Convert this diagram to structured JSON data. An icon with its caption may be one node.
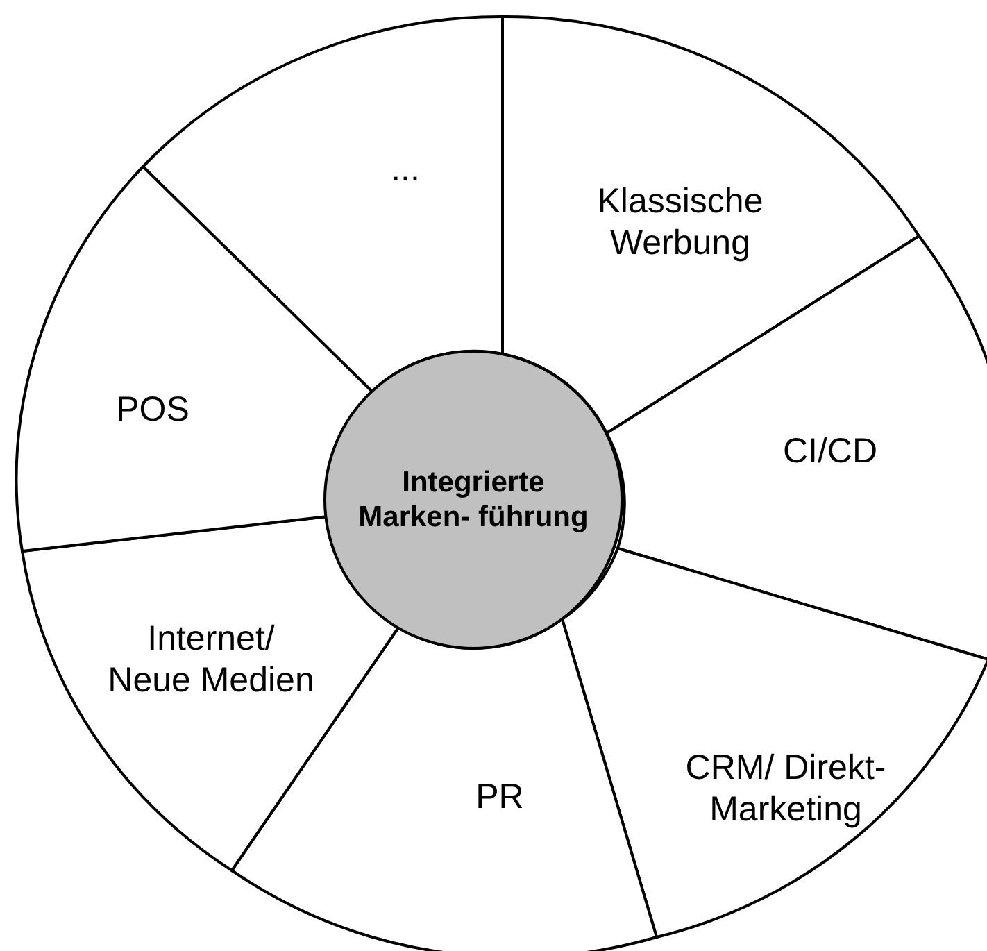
{
  "diagram": {
    "nodes": [
      {
        "text": [
          "Integrierte Marken- führung"
        ]
      },
      {
        "text": [
          "..."
        ]
      },
      {
        "text": [
          "Klassische Werbung"
        ]
      },
      {
        "text": [
          "CI/CD"
        ]
      },
      {
        "text": [
          "CRM/ Direkt- Marketing"
        ]
      },
      {
        "text": [
          "PR"
        ]
      },
      {
        "text": [
          "Internet/ Neue Medien"
        ]
      },
      {
        "text": [
          "POS"
        ]
      }
    ]
  }
}
